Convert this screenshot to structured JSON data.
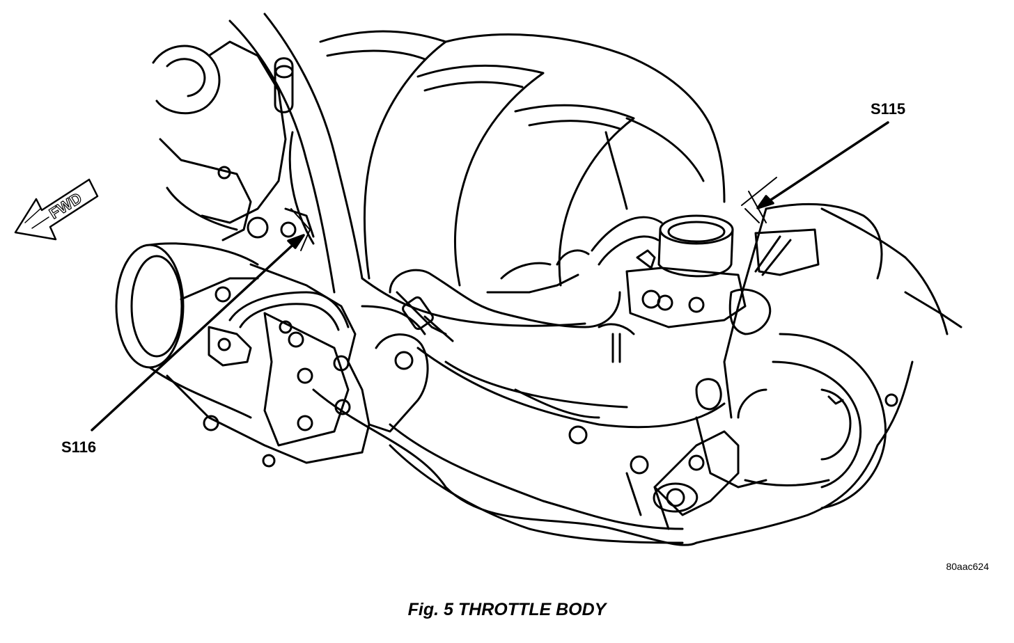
{
  "callouts": {
    "s115": "S115",
    "s116": "S116"
  },
  "direction_arrow": {
    "label": "FWD",
    "icon": "forward-arrow-icon"
  },
  "drawing_code": "80aac624",
  "caption": "Fig. 5 THROTTLE BODY",
  "colors": {
    "line": "#000000",
    "background": "#ffffff"
  }
}
